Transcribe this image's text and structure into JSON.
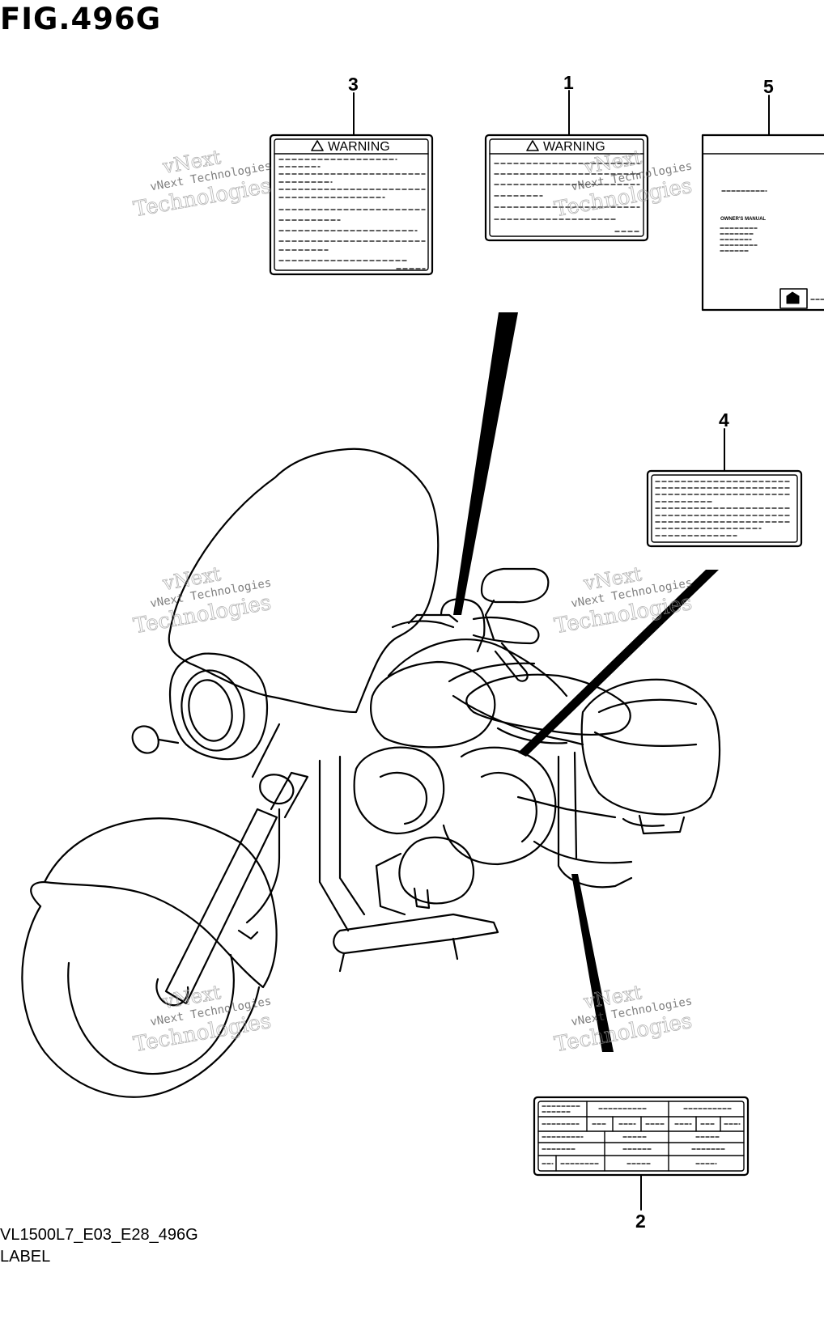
{
  "figure": {
    "title": "FIG.496G",
    "model_code": "VL1500L7_E03_E28_496G",
    "section": "LABEL"
  },
  "callouts": [
    "3",
    "1",
    "5",
    "4",
    "2"
  ],
  "labels": {
    "label3_heading": "WARNING",
    "label1_heading": "WARNING",
    "label5_text": "OWNER'S MANUAL"
  },
  "watermark": {
    "line1": "vNext",
    "line2": "vNext Technologies",
    "line3": "Technologies"
  }
}
